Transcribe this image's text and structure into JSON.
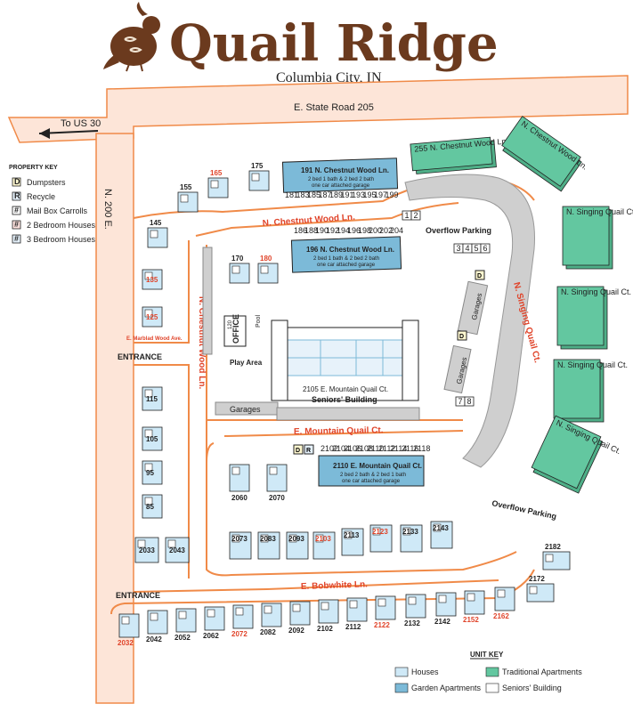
{
  "header": {
    "title": "Quail Ridge",
    "subtitle": "Columbia City, IN"
  },
  "roads": {
    "state_road": "E. State Road 205",
    "to_us30": "To US 30",
    "n200e": "N. 200 E.",
    "chestnut_wood_ln": "N. Chestnut Wood Ln.",
    "chestnut_wood_ln_vertical": "N. Chestnut Wood Ln.",
    "marblad_wood_ave": "E. Marblad Wood Ave.",
    "mountain_quail_ct": "E. Mountain Quail Ct.",
    "bobwhite_ln": "E. Bobwhite Ln.",
    "singing_quail_ct": "N. Singing Quail Ct.",
    "entrance_1": "ENTRANCE",
    "entrance_2": "ENTRANCE"
  },
  "places": {
    "overflow_parking_1": "Overflow Parking",
    "overflow_parking_2": "Overflow Parking",
    "play_area": "Play Area",
    "pool": "Pool",
    "office": "OFFICE",
    "office_num": "120",
    "garages_1": "Garages",
    "garages_2": "Garages",
    "garages_3": "Garages",
    "seniors_address": "2105 E. Mountain Quail Ct.",
    "seniors_label": "Seniors' Building",
    "garden_191_title": "191 N. Chestnut Wood Ln.",
    "garden_191_desc": "2 bed 1 bath & 2 bed 2 bath",
    "garden_191_desc2": "one car attached garage",
    "garden_196_title": "196 N. Chestnut Wood Ln.",
    "garden_196_desc": "2 bed 1 bath & 2 bed 2 bath",
    "garden_196_desc2": "one car attached garage",
    "garden_2110_title": "2110 E. Mountain Quail Ct.",
    "garden_2110_desc": "2 bed 2 bath & 2 bed 1 bath",
    "garden_2110_desc2": "one car attached garage"
  },
  "property_key": {
    "title": "PROPERTY KEY",
    "items": [
      {
        "symbol": "D",
        "label": "Dumpsters"
      },
      {
        "symbol": "R",
        "label": "Recycle"
      },
      {
        "symbol": "#",
        "label": "Mail Box Carrolls"
      },
      {
        "symbol": "#",
        "label": "2 Bedroom Houses"
      },
      {
        "symbol": "#",
        "label": "3 Bedroom Houses"
      }
    ]
  },
  "unit_key": {
    "title": "UNIT KEY",
    "items": [
      {
        "label": "Houses",
        "color": "#cfe9f7"
      },
      {
        "label": "Traditional Apartments",
        "color": "#63c7a0"
      },
      {
        "label": "Garden Apartments",
        "color": "#7cbad8"
      },
      {
        "label": "Seniors' Building",
        "color": "#ffffff"
      }
    ]
  },
  "mailboxes": [
    "1",
    "2",
    "3",
    "4",
    "5",
    "6",
    "7",
    "8"
  ],
  "houses": {
    "north": [
      {
        "n": "145",
        "two_bed": false
      },
      {
        "n": "155",
        "two_bed": false
      },
      {
        "n": "165",
        "two_bed": true
      },
      {
        "n": "175",
        "two_bed": false
      },
      {
        "n": "170",
        "two_bed": false
      },
      {
        "n": "180",
        "two_bed": true
      },
      {
        "n": "135",
        "two_bed": true
      },
      {
        "n": "125",
        "two_bed": true
      }
    ],
    "west": [
      {
        "n": "115",
        "two_bed": false
      },
      {
        "n": "105",
        "two_bed": false
      },
      {
        "n": "95",
        "two_bed": false
      },
      {
        "n": "85",
        "two_bed": false
      },
      {
        "n": "2033",
        "two_bed": false
      },
      {
        "n": "2043",
        "two_bed": false
      }
    ],
    "middle": [
      {
        "n": "2060",
        "two_bed": false
      },
      {
        "n": "2070",
        "two_bed": false
      },
      {
        "n": "2073",
        "two_bed": false
      },
      {
        "n": "2083",
        "two_bed": false
      },
      {
        "n": "2093",
        "two_bed": false
      },
      {
        "n": "2103",
        "two_bed": true
      },
      {
        "n": "2113",
        "two_bed": false
      },
      {
        "n": "2123",
        "two_bed": true
      },
      {
        "n": "2133",
        "two_bed": false
      },
      {
        "n": "2143",
        "two_bed": false
      }
    ],
    "south": [
      {
        "n": "2032",
        "two_bed": true
      },
      {
        "n": "2042",
        "two_bed": false
      },
      {
        "n": "2052",
        "two_bed": false
      },
      {
        "n": "2062",
        "two_bed": false
      },
      {
        "n": "2072",
        "two_bed": true
      },
      {
        "n": "2082",
        "two_bed": false
      },
      {
        "n": "2092",
        "two_bed": false
      },
      {
        "n": "2102",
        "two_bed": false
      },
      {
        "n": "2112",
        "two_bed": false
      },
      {
        "n": "2122",
        "two_bed": true
      },
      {
        "n": "2132",
        "two_bed": false
      },
      {
        "n": "2142",
        "two_bed": false
      },
      {
        "n": "2152",
        "two_bed": true
      },
      {
        "n": "2162",
        "two_bed": true
      }
    ],
    "east": [
      {
        "n": "2182",
        "two_bed": false
      },
      {
        "n": "2172",
        "two_bed": false
      }
    ]
  },
  "garden_unit_numbers": {
    "b191": [
      "181",
      "183",
      "185",
      "187",
      "189",
      "191",
      "193",
      "195",
      "197",
      "199"
    ],
    "b196": [
      "186",
      "188",
      "190",
      "192",
      "194",
      "196",
      "198",
      "200",
      "202",
      "204"
    ],
    "b2110": [
      "2102",
      "2104",
      "2106",
      "2108",
      "2110",
      "2112",
      "2114",
      "2116",
      "2118"
    ]
  },
  "traditional": [
    {
      "title": "255 N. Chestnut Wood Ln."
    },
    {
      "title": "N. Chestnut Wood Ln."
    },
    {
      "title": "N. Singing Quail Ct."
    },
    {
      "title": "N. Singing Quail Ct."
    },
    {
      "title": "N. Singing Quail Ct."
    },
    {
      "title": "N. Singing Quail Ct."
    }
  ]
}
